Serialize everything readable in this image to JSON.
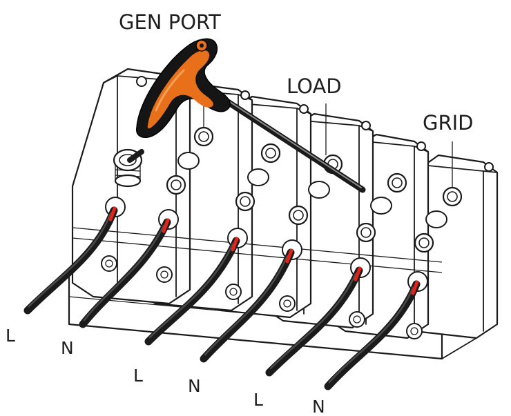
{
  "labels": {
    "gen_port": "GEN PORT",
    "load": "LOAD",
    "grid": "GRID"
  },
  "wires": [
    {
      "label": "L"
    },
    {
      "label": "N"
    },
    {
      "label": "L"
    },
    {
      "label": "N"
    },
    {
      "label": "L"
    },
    {
      "label": "N"
    }
  ],
  "colors": {
    "wire_insulation": "#1b1b1b",
    "wire_tip": "#e2231a",
    "tool_handle": "#e8701a",
    "tool_grip": "#151515",
    "outline": "#1a1a1a"
  },
  "icons": {
    "tool": "t-handle-hex-key-icon"
  }
}
